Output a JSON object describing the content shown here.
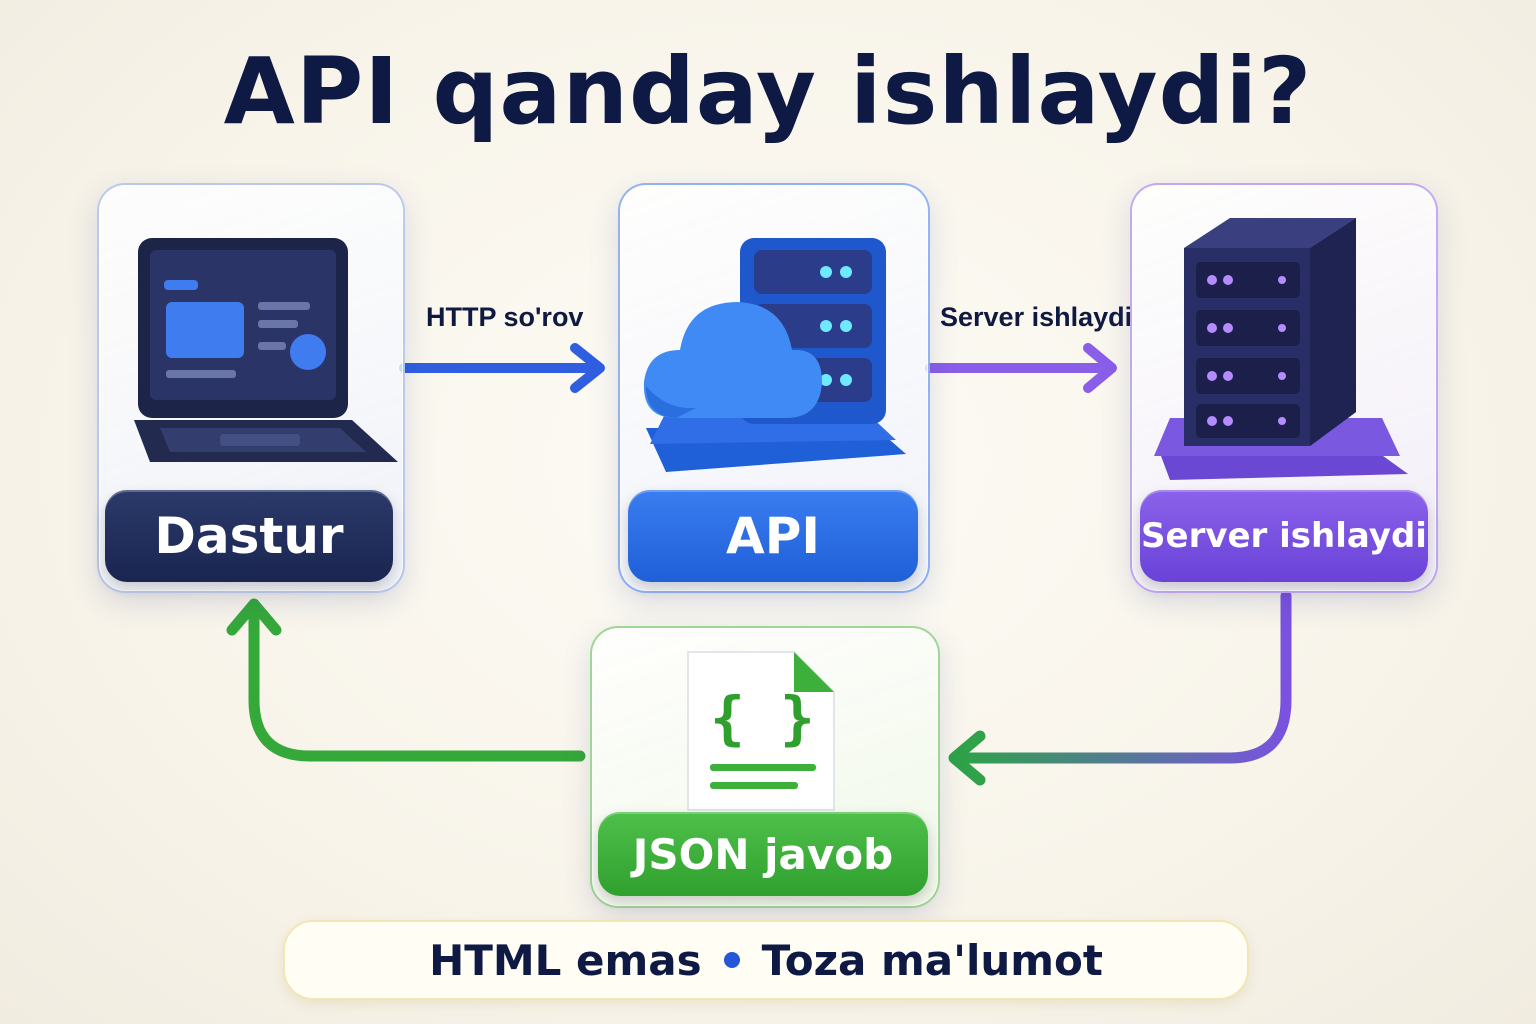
{
  "title": "API qanday ishlaydi?",
  "nodes": {
    "client": {
      "label": "Dastur",
      "icon": "laptop-icon",
      "color": "#1f2a55"
    },
    "api": {
      "label": "API",
      "icon": "cloud-server-icon",
      "color": "#2a6ae6"
    },
    "server": {
      "label": "Server ishlaydi",
      "icon": "server-rack-icon",
      "color": "#7552e0"
    },
    "response": {
      "label": "JSON javob",
      "icon": "json-file-icon",
      "color": "#3cb03a"
    }
  },
  "edges": {
    "request": {
      "label": "HTTP so'rov",
      "color": "#2f5fe0"
    },
    "process": {
      "label": "Server ishlaydi",
      "color": "#8a5ee8"
    }
  },
  "footer": {
    "left": "HTML emas",
    "right": "Toza ma'lumot"
  }
}
